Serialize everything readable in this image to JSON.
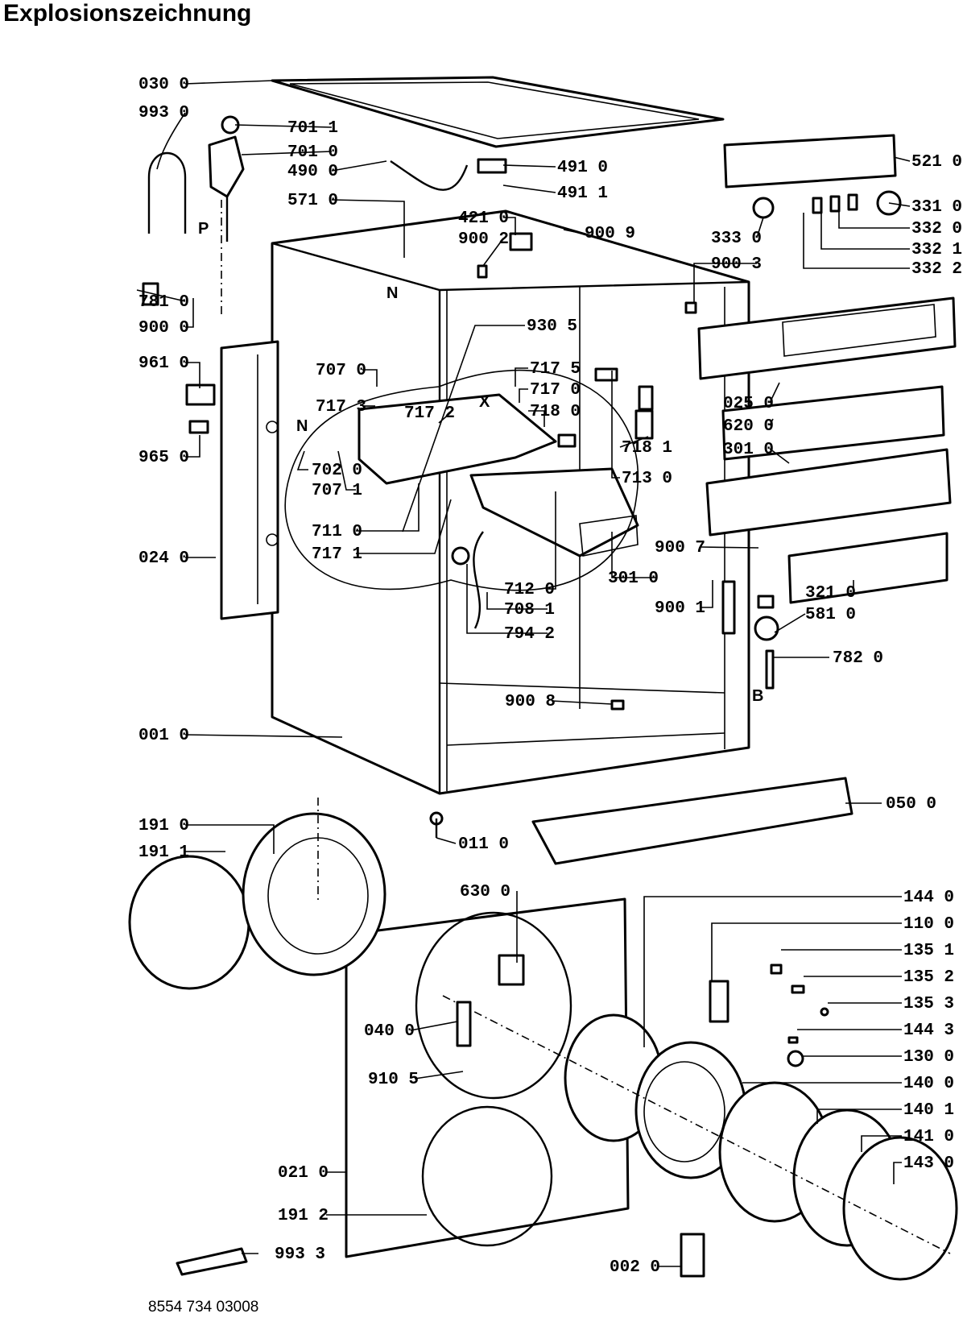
{
  "title": "Explosionszeichnung",
  "document_number": "8554 734 03008",
  "letter_tags": [
    "N",
    "P",
    "N",
    "X",
    "B"
  ],
  "part_labels": [
    "030 0",
    "993 0",
    "701 1",
    "701 0",
    "490 0",
    "491 0",
    "491 1",
    "521 0",
    "571 0",
    "421 0",
    "900 2",
    "900 9",
    "333 0",
    "331 0",
    "332 0",
    "332 1",
    "332 2",
    "781 0",
    "900 0",
    "900 3",
    "930 5",
    "961 0",
    "707 0",
    "717 5",
    "717 0",
    "717 3",
    "717 2",
    "718 0",
    "025 0",
    "620 0",
    "965 0",
    "718 1",
    "301 0",
    "702 0",
    "707 1",
    "713 0",
    "711 0",
    "717 1",
    "900 7",
    "024 0",
    "712 0",
    "301 0",
    "708 1",
    "321 0",
    "900 1",
    "581 0",
    "794 2",
    "782 0",
    "900 8",
    "001 0",
    "050 0",
    "191 0",
    "191 1",
    "011 0",
    "630 0",
    "144 0",
    "110 0",
    "135 1",
    "135 2",
    "135 3",
    "040 0",
    "144 3",
    "130 0",
    "910 5",
    "140 0",
    "140 1",
    "141 0",
    "143 0",
    "021 0",
    "191 2",
    "993 3",
    "002 0"
  ]
}
